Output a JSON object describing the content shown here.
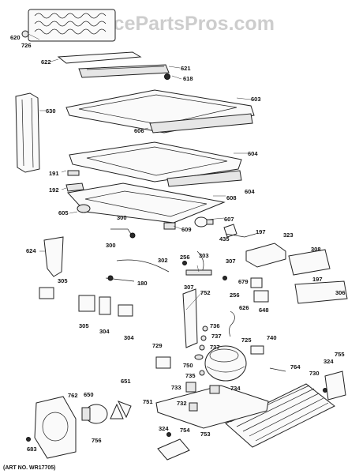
{
  "watermark": "AppliancePartsPros.com",
  "art_number": "(ART NO. WR17705)",
  "labels": {
    "l620": "620",
    "l726": "726",
    "l622": "622",
    "l621": "621",
    "l618": "618",
    "l630": "630",
    "l603": "603",
    "l606": "606",
    "l604a": "604",
    "l604b": "604",
    "l191": "191",
    "l192": "192",
    "l608": "608",
    "l605": "605",
    "l607": "607",
    "l300a": "300",
    "l609": "609",
    "l435": "435",
    "l197a": "197",
    "l323": "323",
    "l300b": "300",
    "l624": "624",
    "l302": "302",
    "l256a": "256",
    "l303": "303",
    "l307a": "307",
    "l308": "308",
    "l180": "180",
    "l305a": "305",
    "l307b": "307",
    "l752": "752",
    "l256b": "256",
    "l679": "679",
    "l197b": "197",
    "l306": "306",
    "l648": "648",
    "l626": "626",
    "l305b": "305",
    "l304a": "304",
    "l304b": "304",
    "l736": "736",
    "l737a": "737",
    "l737b": "737",
    "l725": "725",
    "l740": "740",
    "l729": "729",
    "l750": "750",
    "l735": "735",
    "l755": "755",
    "l324a": "324",
    "l764": "764",
    "l730": "730",
    "l651": "651",
    "l762": "762",
    "l650": "650",
    "l733": "733",
    "l734": "734",
    "l751": "751",
    "l732": "732",
    "l324b": "324",
    "l754": "754",
    "l753": "753",
    "l756": "756",
    "l683": "683"
  }
}
